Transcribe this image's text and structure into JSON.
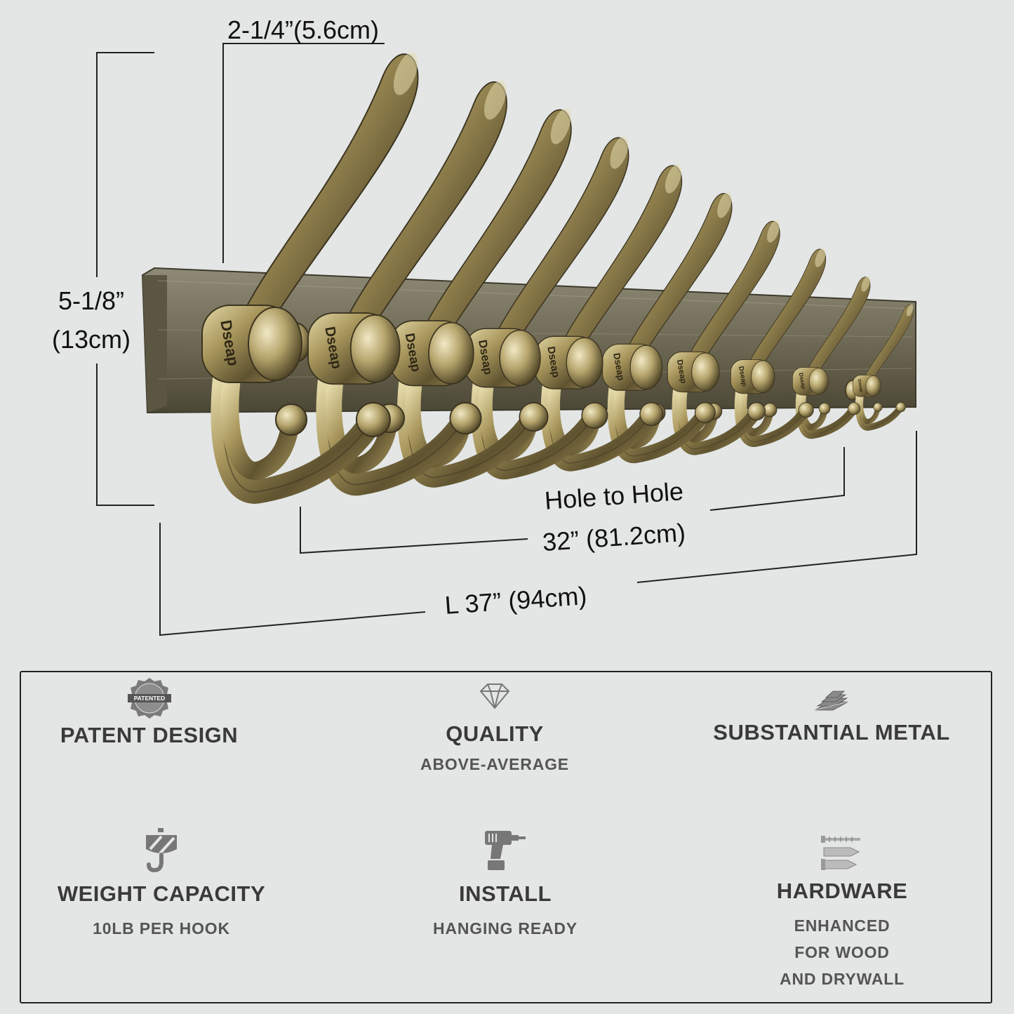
{
  "dimensions": {
    "hook_depth": "2-1/4”(5.6cm)",
    "height_in": "5-1/8”",
    "height_cm": "(13cm)",
    "hole_to_hole_label": "Hole to Hole",
    "hole_to_hole_value": "32” (81.2cm)",
    "length": "L 37” (94cm)"
  },
  "product": {
    "hook_count": 10,
    "brand_mark": "Dseap",
    "colors": {
      "brass": "#9c8a55",
      "brass_dark": "#4e4426",
      "brass_light": "#d8cc9a",
      "background": "#e3e6e5"
    }
  },
  "features": [
    {
      "icon": "patent-badge-icon",
      "badge_text": "PATENTED",
      "title": "PATENT DESIGN",
      "lines": []
    },
    {
      "icon": "diamond-icon",
      "title": "QUALITY",
      "lines": [
        "ABOVE-AVERAGE"
      ]
    },
    {
      "icon": "metal-bars-icon",
      "title": "SUBSTANTIAL METAL",
      "lines": []
    },
    {
      "icon": "crane-hook-icon",
      "title": "WEIGHT CAPACITY",
      "lines": [
        "10LB PER HOOK"
      ]
    },
    {
      "icon": "drill-icon",
      "title": "INSTALL",
      "lines": [
        "HANGING READY"
      ]
    },
    {
      "icon": "screw-anchor-icon",
      "title": "HARDWARE",
      "lines": [
        "ENHANCED",
        "FOR WOOD",
        "AND DRYWALL"
      ]
    }
  ]
}
